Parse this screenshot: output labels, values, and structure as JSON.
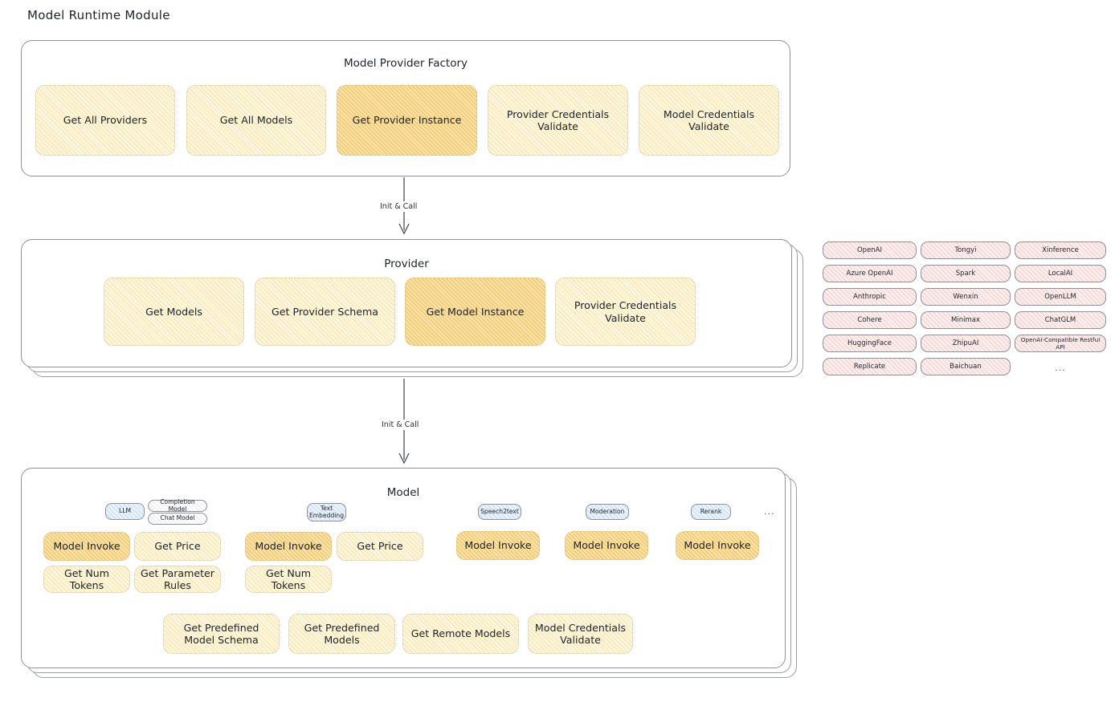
{
  "page": {
    "title": "Model Runtime Module"
  },
  "factory": {
    "title": "Model Provider Factory",
    "nodes": [
      {
        "label": "Get All Providers",
        "highlight": false
      },
      {
        "label": "Get All Models",
        "highlight": false
      },
      {
        "label": "Get Provider Instance",
        "highlight": true
      },
      {
        "label": "Provider Credentials Validate",
        "highlight": false
      },
      {
        "label": "Model Credentials Validate",
        "highlight": false
      }
    ]
  },
  "connector1": {
    "label": "Init & Call"
  },
  "provider": {
    "title": "Provider",
    "nodes": [
      {
        "label": "Get Models",
        "highlight": false
      },
      {
        "label": "Get Provider Schema",
        "highlight": false
      },
      {
        "label": "Get Model Instance",
        "highlight": true
      },
      {
        "label": "Provider Credentials Validate",
        "highlight": false
      }
    ]
  },
  "provider_list": {
    "columns": [
      [
        "OpenAI",
        "Azure OpenAI",
        "Anthropic",
        "Cohere",
        "HuggingFace",
        "Replicate"
      ],
      [
        "Tongyi",
        "Spark",
        "Wenxin",
        "Minimax",
        "ZhipuAI",
        "Baichuan"
      ],
      [
        "Xinference",
        "LocalAI",
        "OpenLLM",
        "ChatGLM",
        "OpenAI-Compatible Restful API"
      ]
    ],
    "ellipsis": "..."
  },
  "connector2": {
    "label": "Init & Call"
  },
  "model": {
    "title": "Model",
    "ellipsis": "...",
    "types": [
      {
        "badge": "LLM",
        "sub_badges": [
          "Completion Model",
          "Chat Model"
        ],
        "nodes": [
          {
            "label": "Model Invoke",
            "highlight": true
          },
          {
            "label": "Get Price",
            "highlight": false
          },
          {
            "label": "Get Num Tokens",
            "highlight": false
          },
          {
            "label": "Get Parameter Rules",
            "highlight": false
          }
        ]
      },
      {
        "badge": "Text Embedding",
        "sub_badges": [],
        "nodes": [
          {
            "label": "Model Invoke",
            "highlight": true
          },
          {
            "label": "Get Price",
            "highlight": false
          },
          {
            "label": "Get Num Tokens",
            "highlight": false
          }
        ]
      },
      {
        "badge": "Speech2text",
        "sub_badges": [],
        "nodes": [
          {
            "label": "Model Invoke",
            "highlight": true
          }
        ]
      },
      {
        "badge": "Moderation",
        "sub_badges": [],
        "nodes": [
          {
            "label": "Model Invoke",
            "highlight": true
          }
        ]
      },
      {
        "badge": "Rerank",
        "sub_badges": [],
        "nodes": [
          {
            "label": "Model Invoke",
            "highlight": true
          }
        ]
      }
    ],
    "common_nodes": [
      {
        "label": "Get Predefined Model Schema"
      },
      {
        "label": "Get Predefined Models"
      },
      {
        "label": "Get Remote Models"
      },
      {
        "label": "Model Credentials Validate"
      }
    ]
  },
  "colors": {
    "node_fill": "#fdf6de",
    "node_highlight_fill": "#fae3ac",
    "chip_fill": "#fdeeee",
    "badge_fill": "#eaf2fb",
    "stroke": "#8e9197"
  }
}
